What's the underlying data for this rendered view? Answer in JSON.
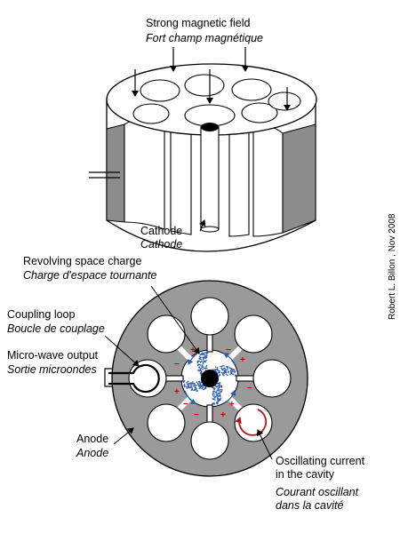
{
  "labels": {
    "magnetic_field": "Strong magnetic field",
    "magnetic_field_fr": "Fort champ magnétique",
    "cathode": "Cathode",
    "cathode_fr": "Cathode",
    "space_charge": "Revolving space charge",
    "space_charge_fr": "Charge d'espace tournante",
    "coupling_loop": "Coupling loop",
    "coupling_loop_fr": "Boucle de couplage",
    "microwave_output": "Micro-wave output",
    "microwave_output_fr": "Sortie microondes",
    "anode": "Anode",
    "anode_fr": "Anode",
    "oscillating_current_1": "Oscillating current",
    "oscillating_current_2": "in the cavity",
    "oscillating_current_fr_1": "Courant oscillant",
    "oscillating_current_fr_2": "dans la cavité",
    "credit": "Robert L. Billon , Nov 2008"
  },
  "symbols": {
    "plus": "+",
    "minus": "−"
  },
  "colors": {
    "anode_gray": "#9a9a9a",
    "side_gray": "#8c8c8c",
    "charge_blue": "#2a5db0",
    "current_red": "#b01818",
    "plus_red": "#c00000"
  }
}
